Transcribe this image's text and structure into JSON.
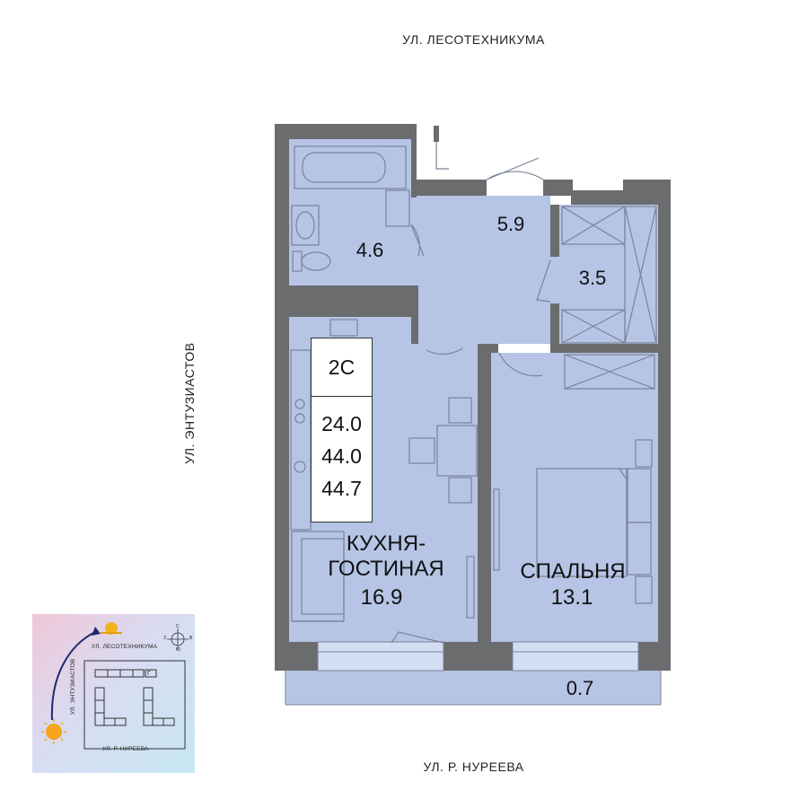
{
  "streets": {
    "top": "УЛ. ЛЕСОТЕХНИКУМА",
    "left": "УЛ. ЭНТУЗИАСТОВ",
    "bottom": "УЛ. Р. НУРЕЕВА"
  },
  "apartment": {
    "type": "2С",
    "areas": [
      "24.0",
      "44.0",
      "44.7"
    ]
  },
  "rooms": {
    "bathroom": "4.6",
    "hall": "5.9",
    "closet": "3.5",
    "kitchen_living_name": "КУХНЯ-\nГОСТИНАЯ",
    "kitchen_living_area": "16.9",
    "bedroom_name": "СПАЛЬНЯ",
    "bedroom_area": "13.1",
    "balcony": "0.7"
  },
  "minimap": {
    "street_top": "УЛ. ЛЕСОТЕХНИКУМА",
    "street_left": "УЛ. ЭНТУЗИАСТОВ",
    "street_bottom": "УЛ. Р. НУРЕЕВА",
    "section_mark": "Г",
    "compass": {
      "n": "С",
      "s": "Ю",
      "w": "З",
      "e": "В"
    }
  },
  "colors": {
    "wall": "#6b6c6e",
    "floor": "#b6c5e6",
    "fixture_line": "#7a8398"
  }
}
